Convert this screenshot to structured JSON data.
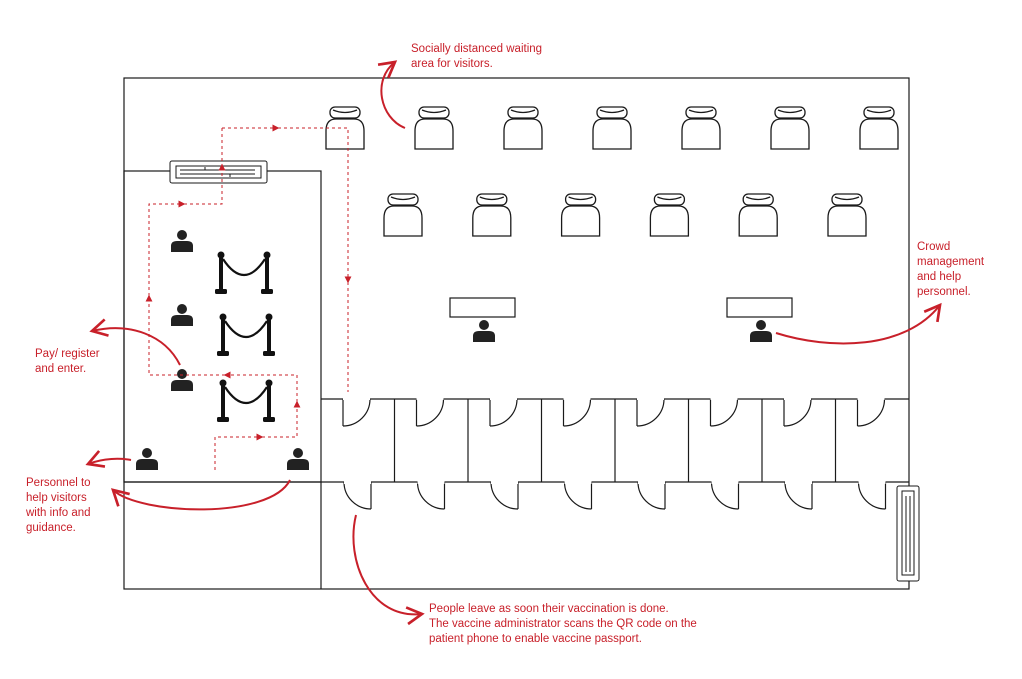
{
  "colors": {
    "accent": "#c8202a",
    "line": "#1a1a1a",
    "fill": "#ffffff"
  },
  "labels": {
    "waiting_area": [
      "Socially distanced waiting",
      "area for visitors."
    ],
    "crowd_management": [
      "Crowd",
      "management",
      "and help",
      "personnel."
    ],
    "pay_register": [
      "Pay/ register",
      "and enter."
    ],
    "personnel_help": [
      "Personnel to",
      "help visitors",
      "with info and",
      "guidance."
    ],
    "exit_note": [
      "People leave as soon their vaccination is done.",
      "The vaccine administrator scans the QR code on the",
      "patient phone to enable vaccine passport."
    ]
  },
  "counts": {
    "waiting_chairs_row1": 7,
    "waiting_chairs_row2": 6,
    "vaccination_booths": 8
  },
  "icons": [
    "chair-icon",
    "person-icon",
    "stanchion-icon",
    "desk-icon",
    "door-icon",
    "sliding-door-icon",
    "flow-arrow"
  ]
}
